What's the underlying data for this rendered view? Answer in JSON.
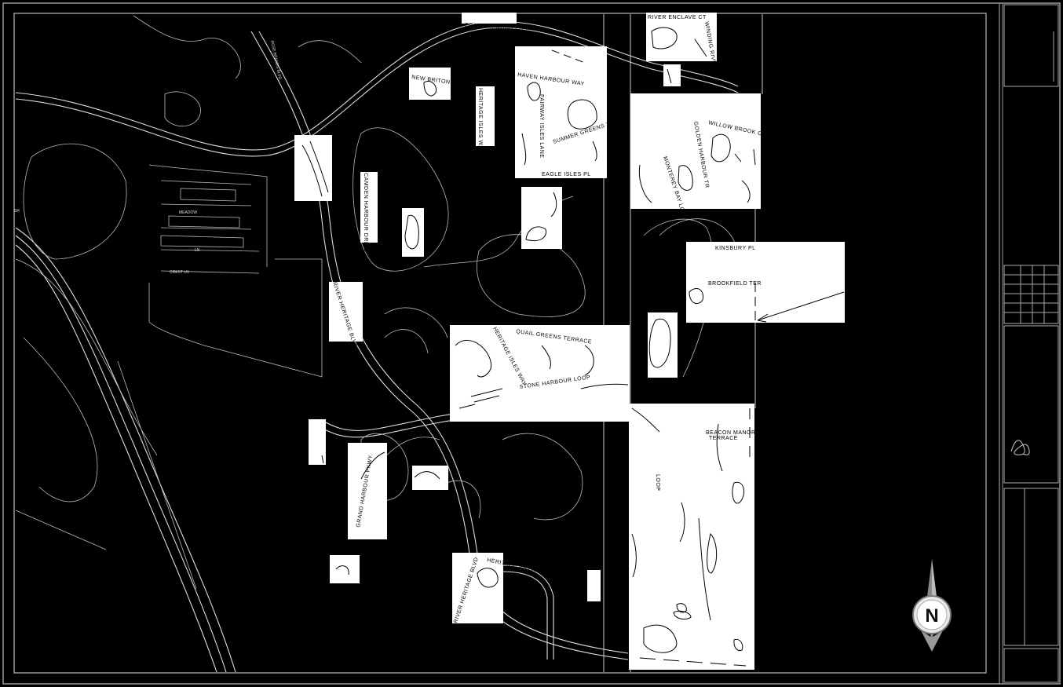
{
  "map": {
    "streets": {
      "port_harbour_parkway": "PORT HARBOUR PARKWAY",
      "river_enclave_ct": "RIVER ENCLAVE CT",
      "winding_river": "WINDING RIVER",
      "new_briton_ct": "NEW BRITON CT",
      "haven_harbour_way": "HAVEN HARBOUR WAY",
      "heritage_isles_way_north": "HERITAGE ISLES WAY",
      "fairway_isles_lane": "FAIRWAY ISLES LANE",
      "summer_greens_ter": "SUMMER GREENS TER",
      "eagle_isles_pl": "EAGLE ISLES PL",
      "willow_brook_circle": "WILLOW BROOK CIRCLE",
      "golden_harbour_tr": "GOLDEN HARBOUR TR",
      "monterey_bay_loop": "MONTEREY BAY LOOP",
      "camden_harbour_drive": "CAMDEN HARBOUR DRIVE",
      "kinsbury_pl": "KINSBURY PL",
      "brookfield_ter": "BROOKFIELD TER",
      "river_heritage_blvd_north": "RIVER HERITAGE BLVD",
      "heritage_isles_way_south": "HERITAGE ISLES WAY",
      "quail_greens_terrace": "QUAIL GREENS TERRACE",
      "stone_harbour_loop": "STONE HARBOUR LOOP",
      "beacon_manor_terrace_1": "BEACON MANOR",
      "beacon_manor_terrace_2": "TERRACE",
      "loop": "LOOP",
      "grand_harbour_pkwy": "GRAND HARBOUR PKWY.",
      "river_heritage_blvd_south": "RIVER HERITAGE BLVD",
      "heritage_village_way": "HERITAGE VILLAGE WAY"
    },
    "north_arrow": {
      "letter": "N"
    },
    "colors": {
      "background": "#000000",
      "roads": "#dddddd",
      "patch": "#ffffff",
      "frame": "#bbbbbb"
    }
  }
}
